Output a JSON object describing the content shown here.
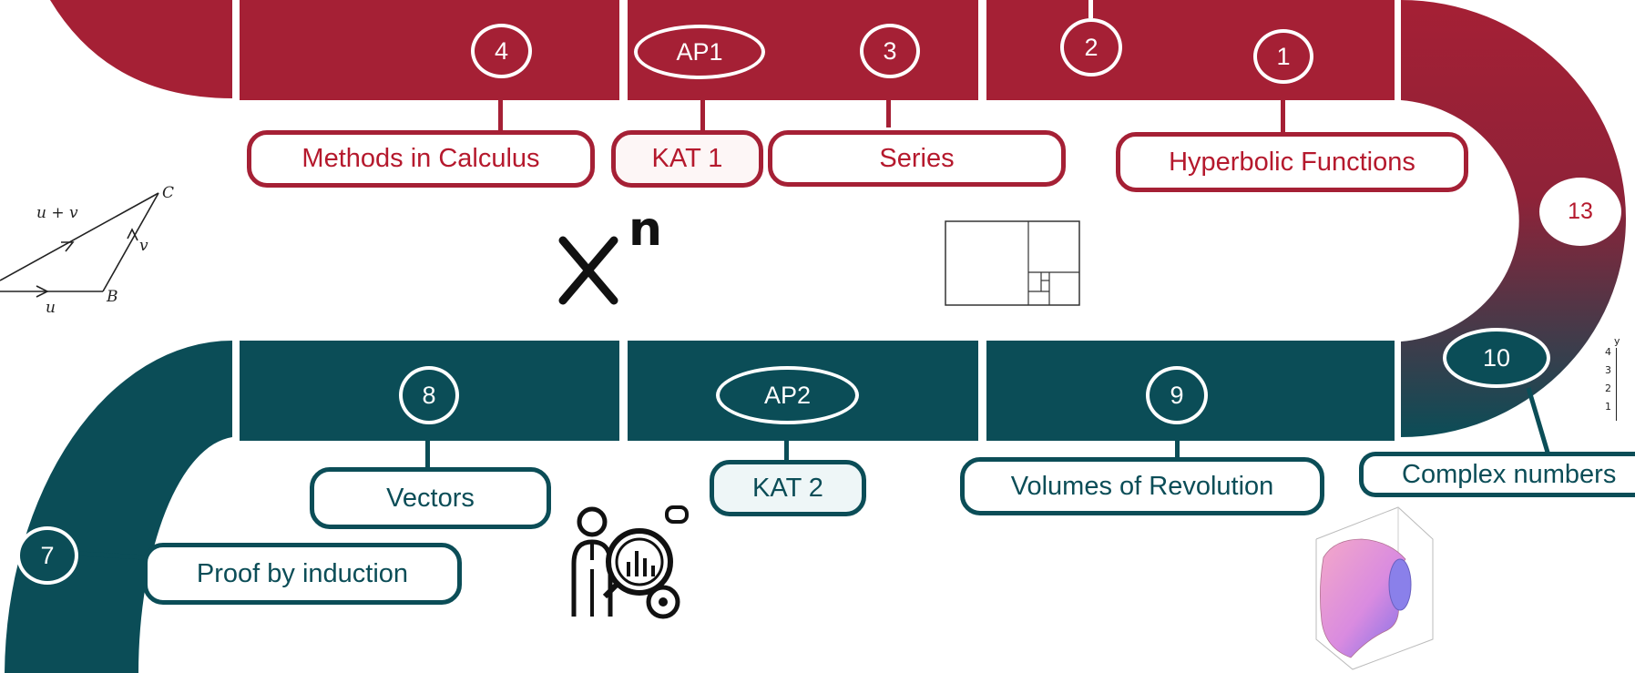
{
  "colors": {
    "red": "#a52035",
    "teal": "#0b4d57",
    "red_text": "#b5192d"
  },
  "top_row": {
    "nodes": [
      {
        "label": "4"
      },
      {
        "label": "AP1"
      },
      {
        "label": "3"
      },
      {
        "label": "2"
      },
      {
        "label": "1"
      }
    ],
    "topics": [
      {
        "label": "Methods in Calculus"
      },
      {
        "label": "KAT 1"
      },
      {
        "label": "Series"
      },
      {
        "label": "Hyperbolic Functions"
      }
    ]
  },
  "bend": {
    "node": "13"
  },
  "bottom_row": {
    "nodes": [
      {
        "label": "8"
      },
      {
        "label": "AP2"
      },
      {
        "label": "9"
      },
      {
        "label": "10"
      },
      {
        "label": "7"
      }
    ],
    "topics": [
      {
        "label": "Vectors"
      },
      {
        "label": "KAT 2"
      },
      {
        "label": "Volumes of Revolution"
      },
      {
        "label": "Complex numbers"
      },
      {
        "label": "Proof by induction"
      }
    ]
  },
  "illustrations": {
    "vector_diagram": {
      "sum": "u + v",
      "u": "u",
      "v": "v",
      "point_b": "B",
      "point_c": "C",
      "tilde": "~"
    },
    "power_symbol": {
      "base": "x",
      "exponent": "n"
    },
    "fibonacci_squares": "fibonacci-squares-icon",
    "analyst": "analyst-chart-icon",
    "surface_plot": "hyperboloid-surface-plot",
    "axis_fragment": {
      "y": "y",
      "ticks": [
        "4",
        "3",
        "2",
        "1"
      ]
    }
  }
}
